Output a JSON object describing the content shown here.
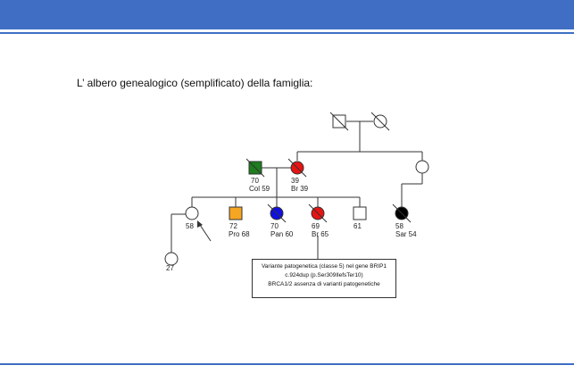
{
  "slide": {
    "title": "L’ albero genealogico (semplificato) della famiglia:",
    "accent_color": "#3f6ec4"
  },
  "pedigree": {
    "grandparents": {
      "father": {
        "sex": "male",
        "deceased": true,
        "color": "#ffffff"
      },
      "mother": {
        "sex": "female",
        "deceased": true,
        "color": "#ffffff"
      }
    },
    "parents_gen": {
      "father": {
        "sex": "male",
        "deceased": true,
        "color": "#1e7d1e",
        "age": "70",
        "condition": "Col 59"
      },
      "mother": {
        "sex": "female",
        "deceased": true,
        "color": "#e81313",
        "age": "39",
        "condition": "Br 39"
      },
      "aunt": {
        "sex": "female",
        "deceased": false,
        "color": "#ffffff"
      }
    },
    "children": [
      {
        "sex": "female",
        "deceased": false,
        "color": "#ffffff",
        "age": "58",
        "condition": "",
        "proband": true
      },
      {
        "sex": "male",
        "deceased": false,
        "color": "#f5a623",
        "age": "72",
        "condition": "Pro 68"
      },
      {
        "sex": "female",
        "deceased": true,
        "color": "#1010e0",
        "age": "70",
        "condition": "Pan 60"
      },
      {
        "sex": "female",
        "deceased": true,
        "color": "#e81313",
        "age": "69",
        "condition": "Br 65"
      },
      {
        "sex": "male",
        "deceased": false,
        "color": "#ffffff",
        "age": "61",
        "condition": ""
      },
      {
        "sex": "female",
        "deceased": true,
        "color": "#000000",
        "age": "58",
        "condition": "Sar 54"
      }
    ],
    "grandchild": {
      "sex": "female",
      "deceased": false,
      "color": "#ffffff",
      "age": "27"
    },
    "note": {
      "line1": "Variante patogenetica (classe 5) nel gene BRIP1",
      "line2": "c.924dup (p.Ser309IlefsTer10)",
      "line3": "BRCA1/2 assenza di varianti patogenetiche"
    }
  }
}
